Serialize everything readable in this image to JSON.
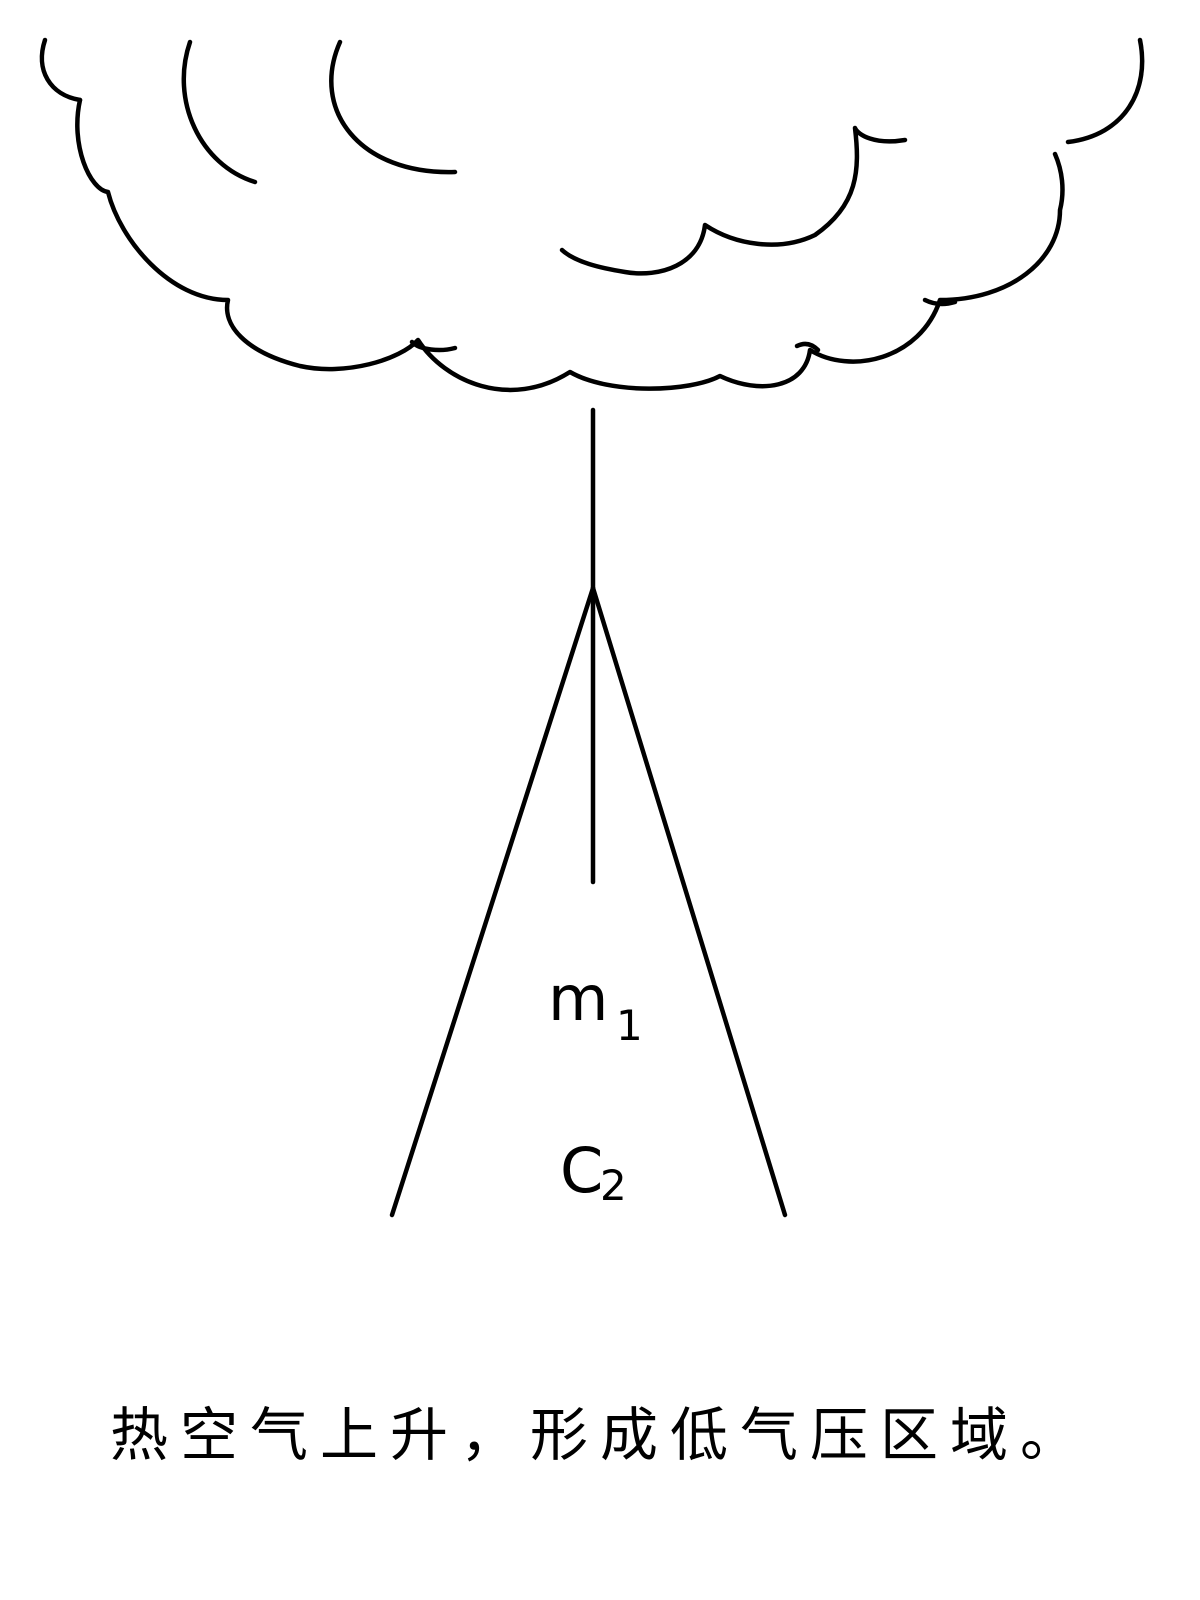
{
  "labels": {
    "upper": {
      "main": "m",
      "sub": "1"
    },
    "lower": {
      "main": "C",
      "sub": "2"
    }
  },
  "caption": "热空气上升，形成低气压区域。",
  "colors": {
    "stroke": "#000000",
    "background": "#ffffff"
  }
}
